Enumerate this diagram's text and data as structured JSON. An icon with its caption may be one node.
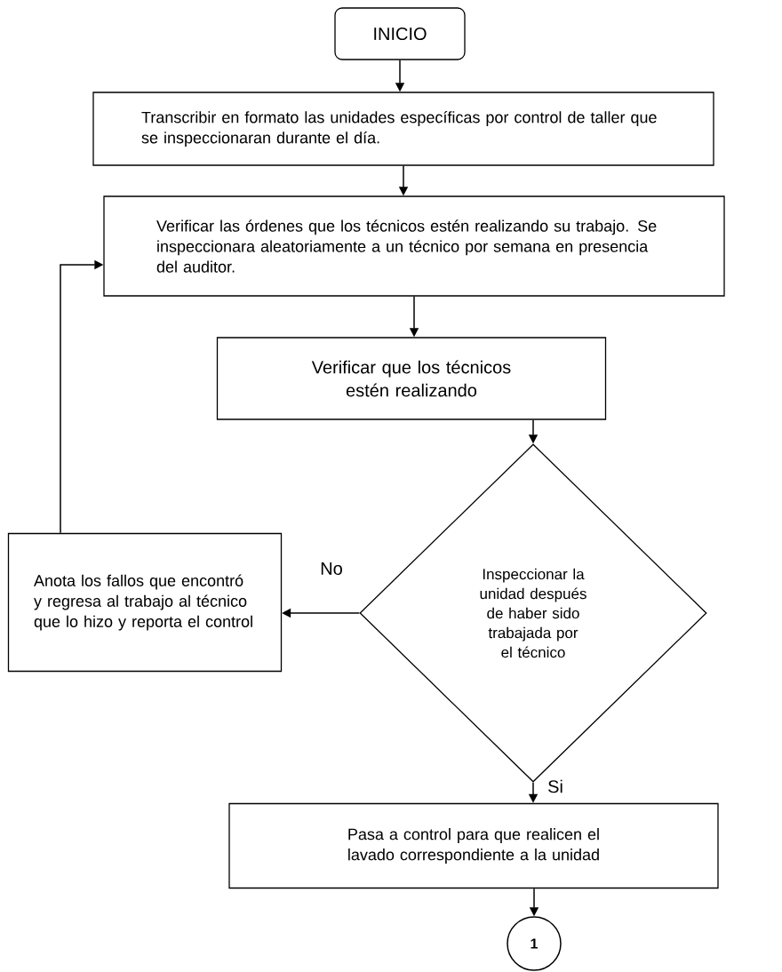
{
  "diagram": {
    "nodes": [
      {
        "text": [
          "INICIO"
        ]
      },
      {
        "text": [
          "Transcribir en formato las unidades específicas por control de taller que se inspeccionaran durante el día."
        ]
      },
      {
        "text": [
          "Verificar las órdenes que los técnicos estén realizando su trabajo. Se inspeccionara aleatoriamente a un técnico por semana en presencia del auditor."
        ]
      },
      {
        "text": [
          "Verificar que los técnicos estén realizando"
        ]
      },
      {
        "text": [
          "Inspeccionar la unidad después de haber sido trabajada por el técnico"
        ]
      },
      {
        "text": [
          "Anota los fallos  que encontró y regresa al trabajo al técnico que lo hizo y reporta el control"
        ]
      },
      {
        "text": [
          "Pasa a control para que realicen el lavado correspondiente a la unidad"
        ]
      },
      {
        "text": [
          "1"
        ]
      }
    ],
    "edges": [
      {
        "from": 0,
        "to": 1,
        "arrow": "to"
      },
      {
        "from": 1,
        "to": 2,
        "arrow": "to"
      },
      {
        "from": 2,
        "to": 3,
        "arrow": "to"
      },
      {
        "from": 3,
        "to": 4,
        "arrow": "to"
      },
      {
        "from": 4,
        "to": 5,
        "arrow": "to",
        "label": "No"
      },
      {
        "from": 4,
        "to": 6,
        "arrow": "to",
        "label": "Si"
      },
      {
        "from": 6,
        "to": 7,
        "arrow": "to"
      },
      {
        "from": 5,
        "to": 2,
        "arrow": "to"
      }
    ]
  }
}
